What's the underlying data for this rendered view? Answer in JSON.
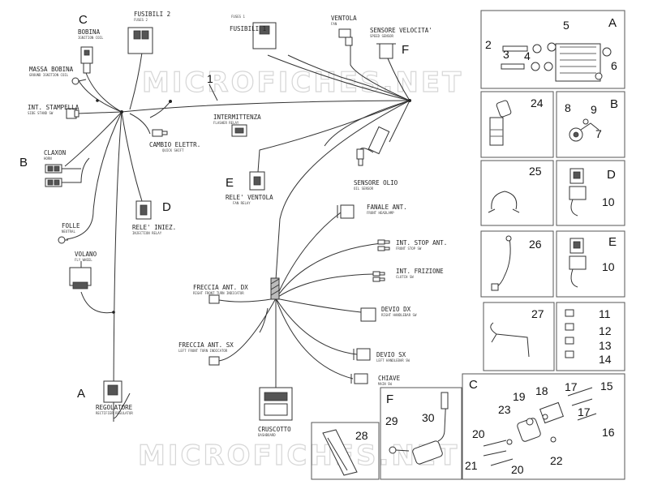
{
  "watermark": "MICROFICHES.NET",
  "harness_number": "1",
  "components": {
    "bobina": {
      "name": "BOBINA",
      "sub": "IGNITION COIL",
      "letter": "C"
    },
    "fusibili2": {
      "name": "FUSIBILI 2",
      "sub": "FUSES 2"
    },
    "fusibili1": {
      "name": "FUSIBILI 1",
      "sub": "FUSES 1"
    },
    "ventola": {
      "name": "VENTOLA",
      "sub": "FAN"
    },
    "sensore_velocita": {
      "name": "SENSORE VELOCITA'",
      "sub": "SPEED SENSOR",
      "letter": "F"
    },
    "massa_bobina": {
      "name": "MASSA BOBINA",
      "sub": "GROUND IGNITION COIL"
    },
    "int_stampella": {
      "name": "INT. STAMPELLA",
      "sub": "SIDE STAND SW"
    },
    "cambio": {
      "name": "CAMBIO ELETTR.",
      "sub": "QUICK SHIFT"
    },
    "intermittenza": {
      "name": "INTERMITTENZA",
      "sub": "FLASHER RELAY"
    },
    "claxon": {
      "name": "CLAXON",
      "sub": "HORN",
      "letter": "B"
    },
    "rele_ventola": {
      "name": "RELE' VENTOLA",
      "sub": "FAN RELAY",
      "letter": "E"
    },
    "sensore_olio": {
      "name": "SENSORE OLIO",
      "sub": "OIL SENSOR"
    },
    "rele_iniez": {
      "name": "RELE' INIEZ.",
      "sub": "INJECTION RELAY",
      "letter": "D"
    },
    "fanale": {
      "name": "FANALE ANT.",
      "sub": "FRONT HEADLAMP"
    },
    "folle": {
      "name": "FOLLE",
      "sub": "NEUTRAL"
    },
    "int_stop": {
      "name": "INT. STOP ANT.",
      "sub": "FRONT STOP SW"
    },
    "volano": {
      "name": "VOLANO",
      "sub": "FLY WHEEL"
    },
    "int_frizione": {
      "name": "INT. FRIZIONE",
      "sub": "CLUTCH SW"
    },
    "freccia_dx": {
      "name": "FRECCIA ANT. DX",
      "sub": "RIGHT FRONT TURN INDICATOR"
    },
    "devio_dx": {
      "name": "DEVIO DX",
      "sub": "RIGHT HANDLEBAR SW"
    },
    "freccia_sx": {
      "name": "FRECCIA ANT. SX",
      "sub": "LEFT FRONT TURN INDICATOR"
    },
    "devio_sx": {
      "name": "DEVIO SX",
      "sub": "LEFT HANDLEBAR SW"
    },
    "chiave": {
      "name": "CHIAVE",
      "sub": "MAIN SW"
    },
    "regolatore": {
      "name": "REGOLATORE",
      "sub": "RECTIFIER REGULATOR",
      "letter": "A"
    },
    "cruscotto": {
      "name": "CRUSCOTTO",
      "sub": "DASHBOARD"
    }
  },
  "panels": {
    "A": {
      "letter": "A",
      "numbers": [
        "2",
        "3",
        "4",
        "5",
        "6"
      ]
    },
    "p24": {
      "numbers": [
        "24"
      ]
    },
    "B": {
      "letter": "B",
      "numbers": [
        "8",
        "9",
        "7"
      ]
    },
    "p25": {
      "numbers": [
        "25"
      ]
    },
    "D": {
      "letter": "D",
      "numbers": [
        "10"
      ]
    },
    "p26": {
      "numbers": [
        "26"
      ]
    },
    "E": {
      "letter": "E",
      "numbers": [
        "10"
      ]
    },
    "p27": {
      "numbers": [
        "27"
      ]
    },
    "p11": {
      "numbers": [
        "11",
        "12",
        "13",
        "14"
      ]
    },
    "C": {
      "letter": "C",
      "numbers": [
        "17",
        "15",
        "18",
        "19",
        "23",
        "17",
        "16",
        "20",
        "20",
        "21",
        "22"
      ]
    },
    "F": {
      "letter": "F",
      "numbers": [
        "29",
        "30"
      ]
    },
    "p28": {
      "numbers": [
        "28"
      ]
    }
  }
}
